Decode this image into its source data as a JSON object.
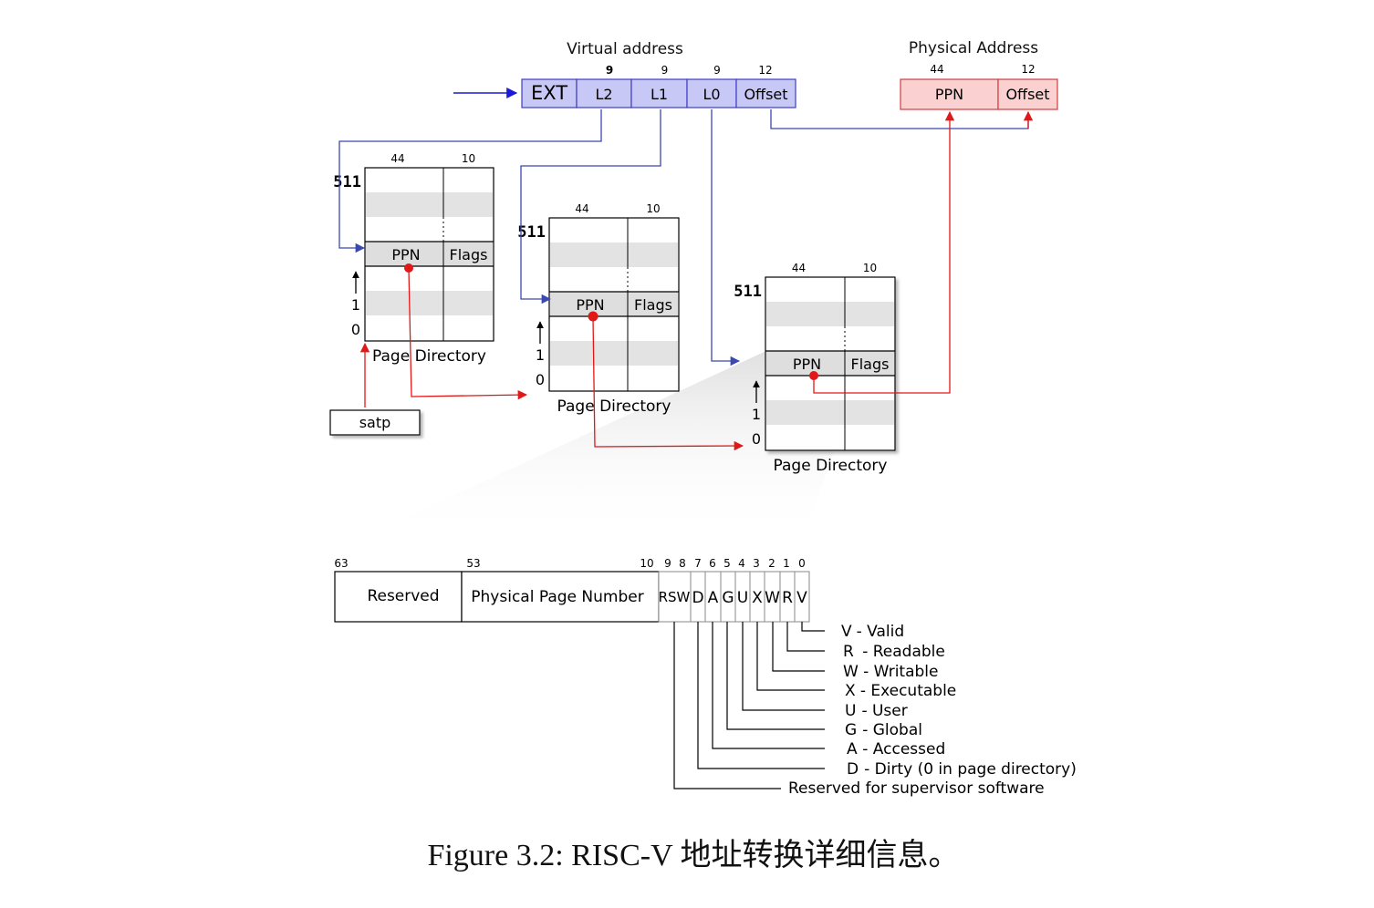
{
  "virtual_address": {
    "title": "Virtual address",
    "fields": [
      {
        "label": "EXT",
        "bits": ""
      },
      {
        "label": "L2",
        "bits": "9"
      },
      {
        "label": "L1",
        "bits": "9"
      },
      {
        "label": "L0",
        "bits": "9"
      },
      {
        "label": "Offset",
        "bits": "12"
      }
    ]
  },
  "physical_address": {
    "title": "Physical Address",
    "fields": [
      {
        "label": "PPN",
        "bits": "44"
      },
      {
        "label": "Offset",
        "bits": "12"
      }
    ]
  },
  "page_directory": {
    "label": "Page Directory",
    "col_ppn_bits": "44",
    "col_flags_bits": "10",
    "top_index": "511",
    "index_1": "1",
    "index_0": "0",
    "ppn_label": "PPN",
    "flags_label": "Flags",
    "arrow_glyph": "↑"
  },
  "satp_label": "satp",
  "pte": {
    "bit_positions": [
      "63",
      "53",
      "10",
      "9",
      "8",
      "7",
      "6",
      "5",
      "4",
      "3",
      "2",
      "1",
      "0"
    ],
    "fields": [
      "Reserved",
      "Physical Page Number",
      "RSW",
      "D",
      "A",
      "G",
      "U",
      "X",
      "W",
      "R",
      "V"
    ],
    "legend": [
      {
        "letter": "V",
        "text": "- Valid"
      },
      {
        "letter": "R",
        "text": " - Readable"
      },
      {
        "letter": "W",
        "text": "- Writable"
      },
      {
        "letter": "X",
        "text": "- Executable"
      },
      {
        "letter": "U",
        "text": "- User"
      },
      {
        "letter": "G",
        "text": "- Global"
      },
      {
        "letter": "A",
        "text": "- Accessed"
      },
      {
        "letter": "D",
        "text": "- Dirty (0 in page directory)"
      }
    ],
    "rsw_legend": "Reserved for supervisor software"
  },
  "caption": "Figure 3.2: RISC-V 地址转换详细信息。",
  "colors": {
    "va_fill": "#c8c8f6",
    "va_stroke": "#3c3cc8",
    "pa_fill": "#fbd0d0",
    "pa_stroke": "#d23c3c",
    "blue_arrow": "#3a48b0",
    "red_arrow": "#e01818",
    "stripe": "#e3e3e3"
  }
}
